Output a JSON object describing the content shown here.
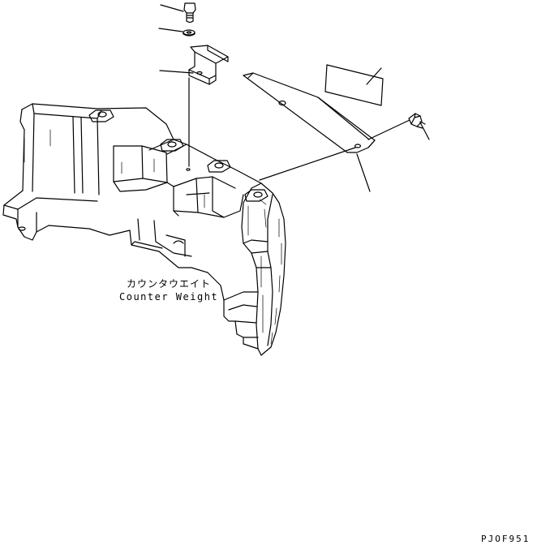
{
  "diagram": {
    "part_label": {
      "japanese": "カウンタウエイト",
      "english": "Counter Weight"
    },
    "drawing_code": "PJOF951"
  }
}
